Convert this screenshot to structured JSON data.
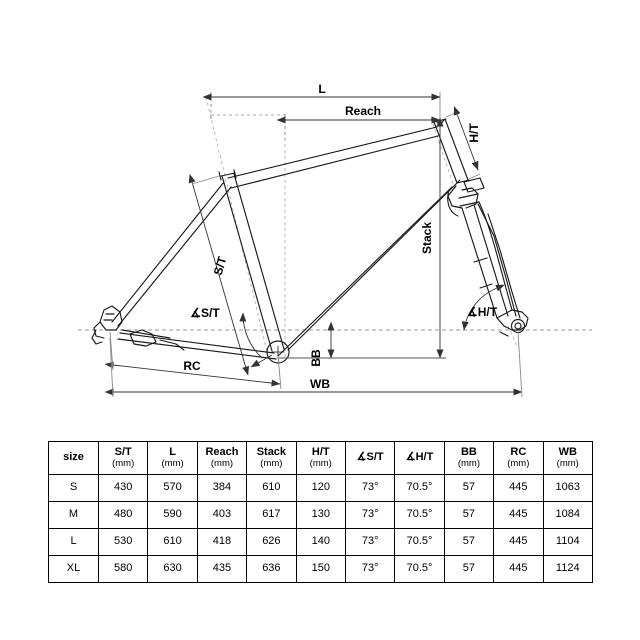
{
  "diagram": {
    "title": "bicycle-frame-geometry",
    "labels": {
      "l": "L",
      "reach": "Reach",
      "stack": "Stack",
      "ht": "H/T",
      "st": "S/T",
      "angle_st": "∡S/T",
      "angle_ht": "∡H/T",
      "bb": "BB",
      "rc": "RC",
      "wb": "WB"
    },
    "colors": {
      "line": "#1a1a1a",
      "dimension": "#444444",
      "centerline": "#8a8a8a",
      "background": "#ffffff"
    }
  },
  "table": {
    "columns": [
      {
        "name": "size",
        "unit": ""
      },
      {
        "name": "S/T",
        "unit": "(mm)"
      },
      {
        "name": "L",
        "unit": "(mm)"
      },
      {
        "name": "Reach",
        "unit": "(mm)"
      },
      {
        "name": "Stack",
        "unit": "(mm)"
      },
      {
        "name": "H/T",
        "unit": "(mm)"
      },
      {
        "name": "∡S/T",
        "unit": ""
      },
      {
        "name": "∡H/T",
        "unit": ""
      },
      {
        "name": "BB",
        "unit": "(mm)"
      },
      {
        "name": "RC",
        "unit": "(mm)"
      },
      {
        "name": "WB",
        "unit": "(mm)"
      }
    ],
    "rows": [
      [
        "S",
        "430",
        "570",
        "384",
        "610",
        "120",
        "73°",
        "70.5°",
        "57",
        "445",
        "1063"
      ],
      [
        "M",
        "480",
        "590",
        "403",
        "617",
        "130",
        "73°",
        "70.5°",
        "57",
        "445",
        "1084"
      ],
      [
        "L",
        "530",
        "610",
        "418",
        "626",
        "140",
        "73°",
        "70.5°",
        "57",
        "445",
        "1104"
      ],
      [
        "XL",
        "580",
        "630",
        "435",
        "636",
        "150",
        "73°",
        "70.5°",
        "57",
        "445",
        "1124"
      ]
    ]
  }
}
